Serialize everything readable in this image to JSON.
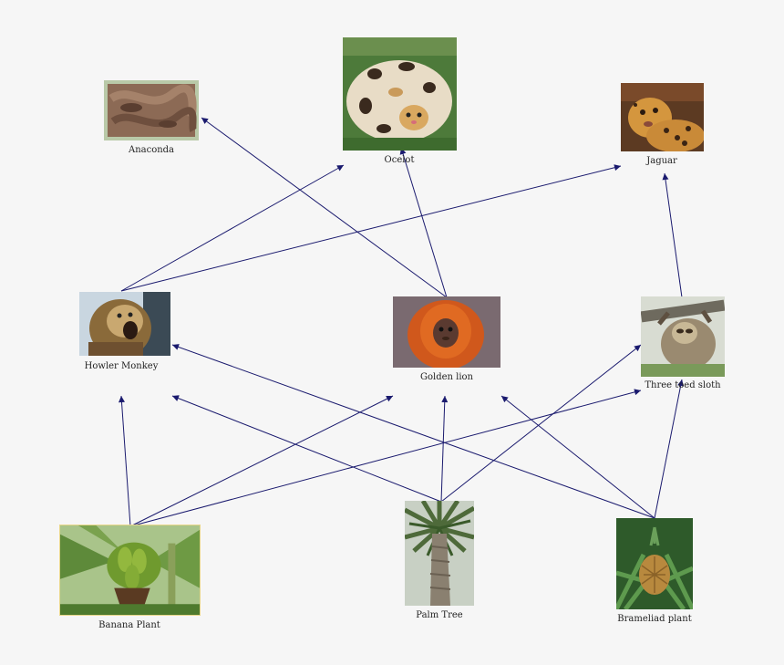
{
  "diagram": {
    "nodes": [
      {
        "id": "anaconda",
        "label": "Anaconda"
      },
      {
        "id": "ocelot",
        "label": "Ocelot"
      },
      {
        "id": "jaguar",
        "label": "Jaguar"
      },
      {
        "id": "howler",
        "label": "Howler Monkey"
      },
      {
        "id": "golden",
        "label": "Golden lion"
      },
      {
        "id": "sloth",
        "label": "Three toed sloth"
      },
      {
        "id": "banana",
        "label": "Banana Plant"
      },
      {
        "id": "palm",
        "label": "Palm Tree"
      },
      {
        "id": "bromeliad",
        "label": "Brameliad plant"
      }
    ],
    "edges": [
      {
        "from": "golden",
        "to": "anaconda"
      },
      {
        "from": "golden",
        "to": "ocelot"
      },
      {
        "from": "howler",
        "to": "ocelot"
      },
      {
        "from": "howler",
        "to": "jaguar"
      },
      {
        "from": "sloth",
        "to": "jaguar"
      },
      {
        "from": "banana",
        "to": "howler"
      },
      {
        "from": "banana",
        "to": "golden"
      },
      {
        "from": "banana",
        "to": "sloth"
      },
      {
        "from": "palm",
        "to": "howler"
      },
      {
        "from": "palm",
        "to": "golden"
      },
      {
        "from": "palm",
        "to": "sloth"
      },
      {
        "from": "bromeliad",
        "to": "howler"
      },
      {
        "from": "bromeliad",
        "to": "golden"
      },
      {
        "from": "bromeliad",
        "to": "sloth"
      }
    ],
    "arrow_color": "#1a1a6e"
  }
}
